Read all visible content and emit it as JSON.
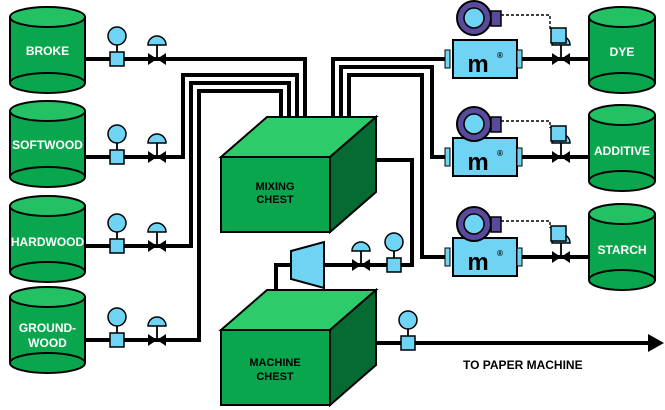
{
  "tanks_left": [
    {
      "line1": "BROKE",
      "line2": ""
    },
    {
      "line1": "SOFTWOOD",
      "line2": ""
    },
    {
      "line1": "HARDWOOD",
      "line2": ""
    },
    {
      "line1": "GROUND-",
      "line2": "WOOD"
    }
  ],
  "tanks_right": [
    "DYE",
    "ADDITIVE",
    "STARCH"
  ],
  "mixing_chest": {
    "line1": "MIXING",
    "line2": "CHEST"
  },
  "machine_chest": {
    "line1": "MACHINE",
    "line2": "CHEST"
  },
  "output_label": "TO PAPER MACHINE",
  "meter_logo": "m",
  "meter_mark": "®",
  "colors": {
    "tank_green": "#0aa64e",
    "tank_dark": "#066b32",
    "instrument_blue": "#6fd3f3",
    "motor_purple": "#5a4a9c",
    "pipe": "#000000"
  }
}
